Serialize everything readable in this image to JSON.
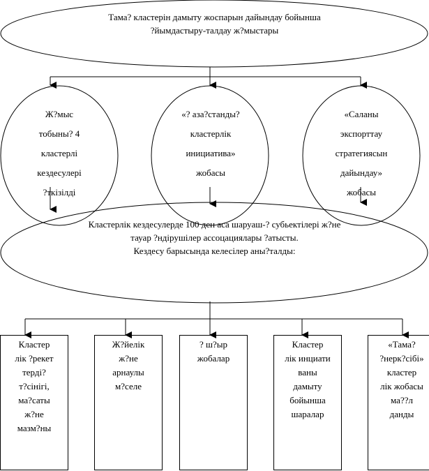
{
  "top": {
    "line1": "Тама? кластерін дамыту жоспарын дайындау бойынша",
    "line2": "?йымдастыру-талдау ж?мыстары"
  },
  "circles": [
    {
      "lines": [
        "Ж?мыс",
        "тобыны? 4",
        "кластерлі",
        "кездесулері",
        "?ткізілді"
      ]
    },
    {
      "lines": [
        "«? аза?станды?",
        "кластерлік",
        "инициатива»",
        "жобасы"
      ]
    },
    {
      "lines": [
        "«Саланы",
        "экспорттау",
        "стратегиясын",
        "дайындау»",
        "жобасы"
      ]
    }
  ],
  "middle": {
    "line1": "Кластерлік кездесулерде 100 ден аса шаруаш-? субьектілері ж?не",
    "line2": "тауар ?ндірушілер ассоцациялары  ?атысты.",
    "line3": "Кездесу барысында келесілер аны?талды:"
  },
  "boxes": [
    {
      "lines": [
        "Кластер",
        "лік ?рекет",
        "терді?",
        "т?сінігі,",
        "ма?саты",
        "ж?не",
        "мазм?ны"
      ]
    },
    {
      "lines": [
        "Ж?йелік",
        "ж?не",
        "арнаулы",
        "м?селе"
      ]
    },
    {
      "lines": [
        "? ш?ыр",
        "жобалар"
      ]
    },
    {
      "lines": [
        "Кластер",
        "лік инциати",
        "ваны",
        "дамыту",
        "бойынша",
        "шаралар"
      ]
    },
    {
      "lines": [
        "«Тама?",
        "?нерк?сібі»",
        "кластер",
        "лік жобасы",
        "ма??л",
        "данды"
      ]
    }
  ]
}
